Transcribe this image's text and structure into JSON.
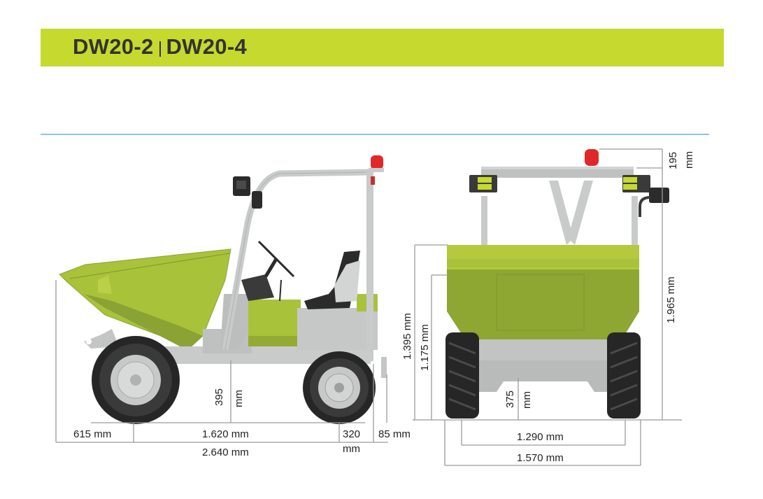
{
  "header": {
    "model_a": "DW20-2",
    "model_b": "DW20-4",
    "bar_color": "#c6d92e"
  },
  "colors": {
    "body_green": "#a8c23a",
    "body_green_dark": "#8ba334",
    "frame_grey": "#c9cbcb",
    "tyre": "#262626",
    "beacon_red": "#e02828",
    "rule_blue": "#8cc3ee",
    "dim_line": "#9a9a9a"
  },
  "side_view": {
    "dims": {
      "front_overhang": "615 mm",
      "wheelbase": "1.620 mm",
      "rear_overhang_value": "320",
      "rear_overhang_unit": "mm",
      "hitch": "85 mm",
      "overall_length": "2.640 mm",
      "ground_clearance_value": "395",
      "ground_clearance_unit": "mm"
    }
  },
  "front_view": {
    "dims": {
      "skip_height": "1.395 mm",
      "skip_lip_height": "1.175 mm",
      "overall_height": "1.965 mm",
      "beacon_value": "195",
      "beacon_unit": "mm",
      "ground_clearance_value": "375",
      "ground_clearance_unit": "mm",
      "track_width": "1.290 mm",
      "overall_width": "1.570 mm"
    }
  }
}
